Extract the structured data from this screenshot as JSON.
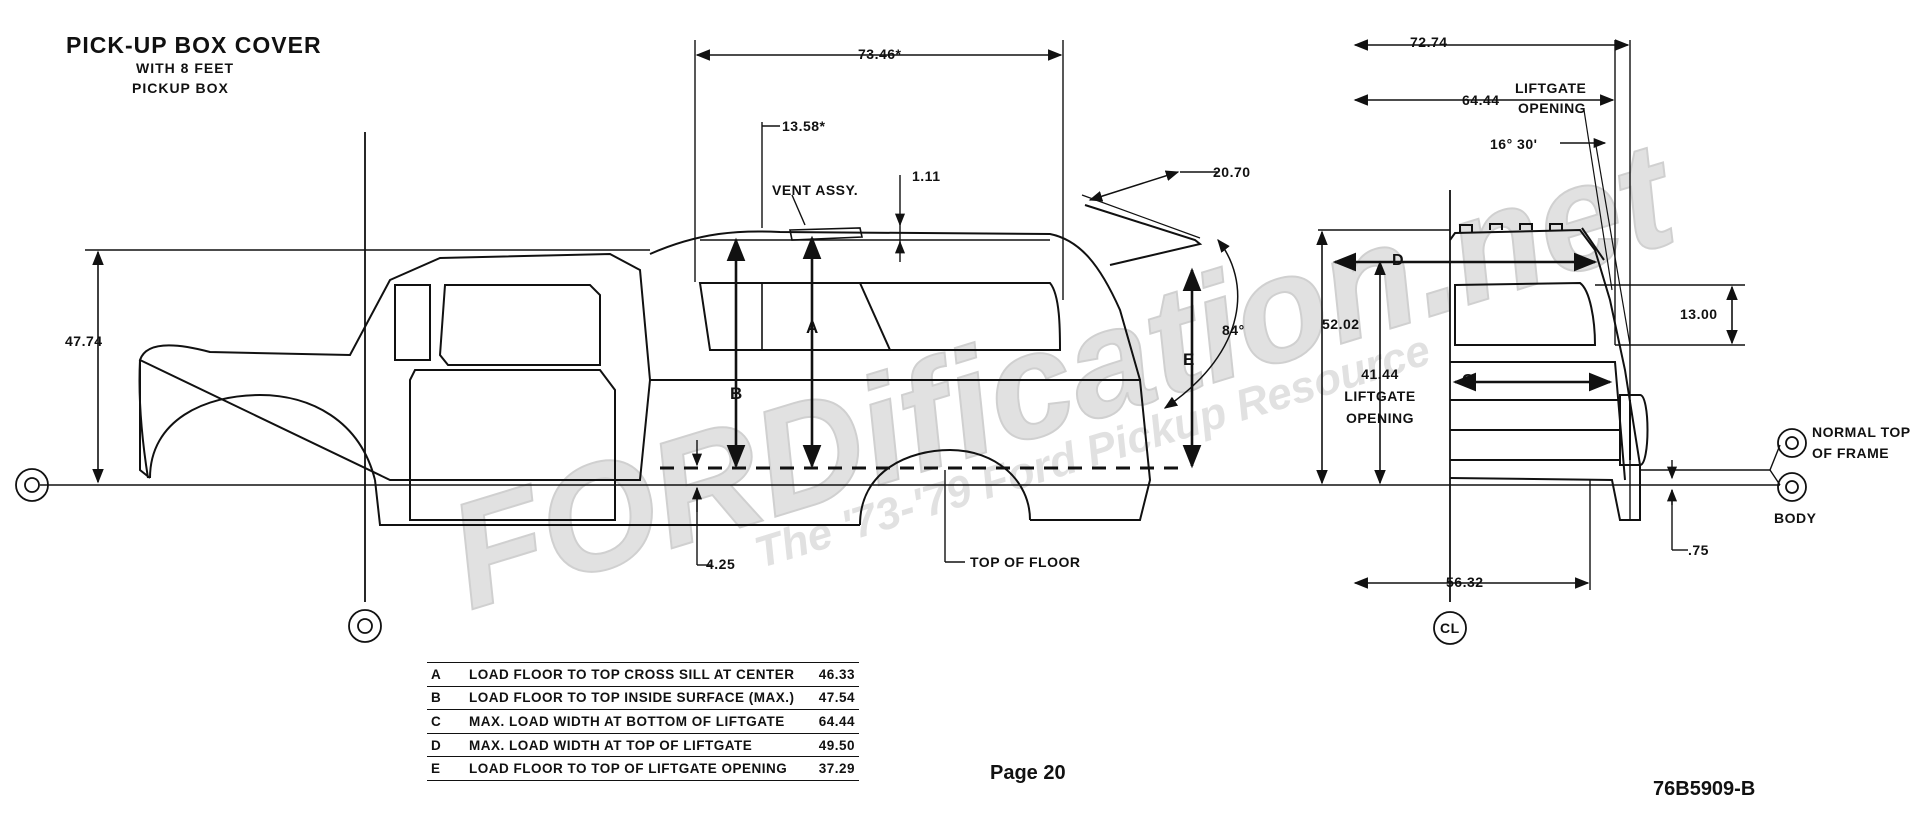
{
  "title": {
    "main": "PICK-UP BOX COVER",
    "sub1": "WITH 8 FEET",
    "sub2": "PICKUP BOX"
  },
  "side_view": {
    "overall_length": "73.46*",
    "height_47": "47.74",
    "dim_13_58": "13.58*",
    "vent": "VENT ASSY.",
    "dim_1_11": "1.11",
    "dim_20_70": "20.70",
    "angle_84": "84°",
    "label_a": "A",
    "label_b": "B",
    "label_e": "E",
    "dim_4_25": "4.25",
    "top_of_floor": "TOP OF FLOOR",
    "ground_symbol": "O"
  },
  "rear_view": {
    "dim_72_74": "72.74",
    "dim_64_44": "64.44",
    "liftgate_opening_1": "LIFTGATE",
    "liftgate_opening_2": "OPENING",
    "angle_16": "16°  30'",
    "label_d": "D",
    "dim_13_00": "13.00",
    "dim_52_02": "52.02",
    "dim_41_44": "41.44",
    "liftgate_41_1": "LIFTGATE",
    "liftgate_41_2": "OPENING",
    "label_c": "C",
    "normal_top_1": "NORMAL TOP",
    "normal_top_2": "OF FRAME",
    "body": "BODY",
    "dim_75": ".75",
    "dim_56_32": "56.32",
    "center_line": "CL"
  },
  "legend": [
    {
      "key": "A",
      "desc": "LOAD FLOOR TO TOP CROSS SILL AT CENTER",
      "value": "46.33"
    },
    {
      "key": "B",
      "desc": "LOAD FLOOR TO TOP INSIDE SURFACE (MAX.)",
      "value": "47.54"
    },
    {
      "key": "C",
      "desc": "MAX. LOAD WIDTH AT BOTTOM OF LIFTGATE",
      "value": "64.44"
    },
    {
      "key": "D",
      "desc": "MAX. LOAD WIDTH AT TOP OF LIFTGATE",
      "value": "49.50"
    },
    {
      "key": "E",
      "desc": "LOAD FLOOR TO TOP OF LIFTGATE OPENING",
      "value": "37.29"
    }
  ],
  "footer": {
    "page": "Page 20",
    "drawing_no": "76B5909-B"
  },
  "watermark": {
    "text": "FORDification.net",
    "tagline": "The '73-'79 Ford Pickup Resource",
    "color": "#d8d8d8"
  }
}
